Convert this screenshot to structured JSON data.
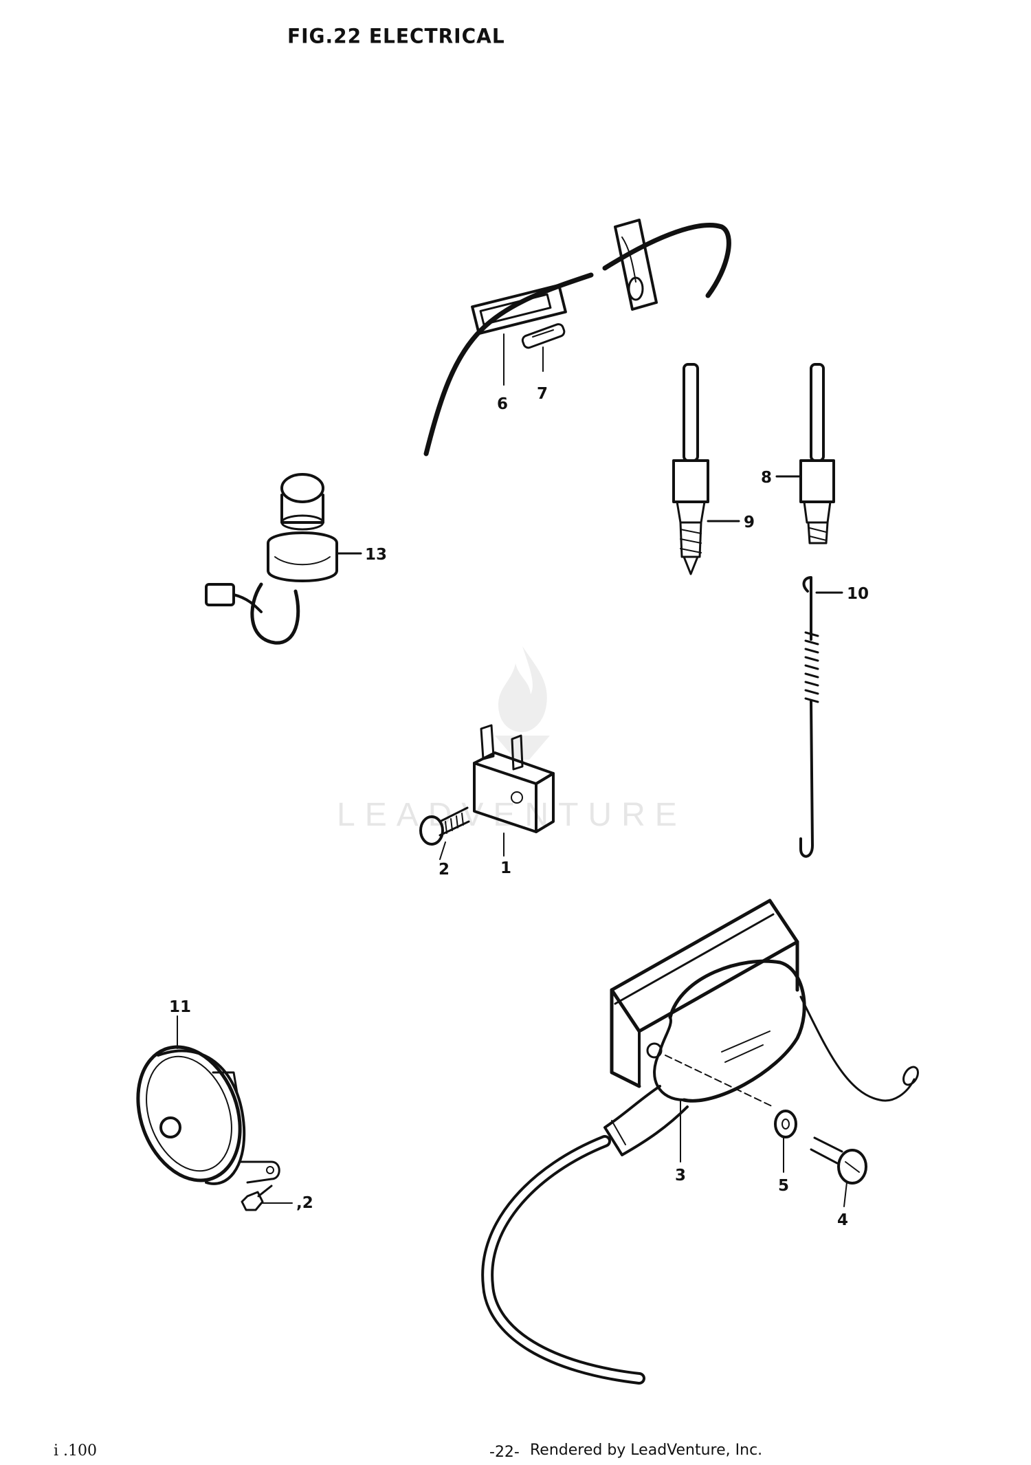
{
  "figure": {
    "title": "FIG.22  ELECTRICAL"
  },
  "callouts": {
    "c1": "1",
    "c2a": "2",
    "c2b": ",2",
    "c3": "3",
    "c4": "4",
    "c5": "5",
    "c6": "6",
    "c7": "7",
    "c8": "8",
    "c9": "9",
    "c10": "10",
    "c11": "11",
    "c13": "13"
  },
  "watermark": {
    "text": "LEADVENTURE"
  },
  "footer": {
    "left": "i .100",
    "page": "-22-",
    "credit": "Rendered by LeadVenture, Inc."
  }
}
